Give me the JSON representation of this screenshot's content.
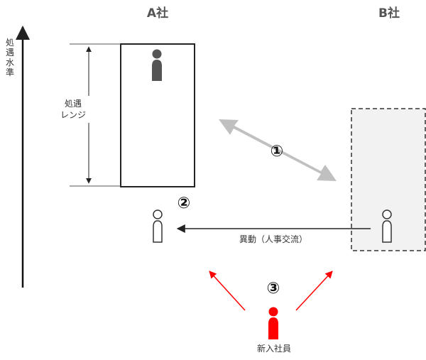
{
  "company_a": {
    "label": "A社"
  },
  "company_b": {
    "label": "B社"
  },
  "axis": {
    "label_chars": [
      "処",
      "遇",
      "水",
      "準"
    ]
  },
  "range": {
    "line1": "処遇",
    "line2": "レンジ"
  },
  "markers": {
    "one": "①",
    "two": "②",
    "three": "③"
  },
  "transfer": {
    "label": "異動（人事交流）"
  },
  "new_employee": {
    "label": "新入社員"
  },
  "colors": {
    "dark_person": "#555555",
    "outline_person": "#333333",
    "new_person": "#ff0000",
    "red_arrow": "#ff0000",
    "gray_arrow": "#c0c0c0",
    "b_box_fill": "#f2f2f2",
    "line": "#222222"
  }
}
